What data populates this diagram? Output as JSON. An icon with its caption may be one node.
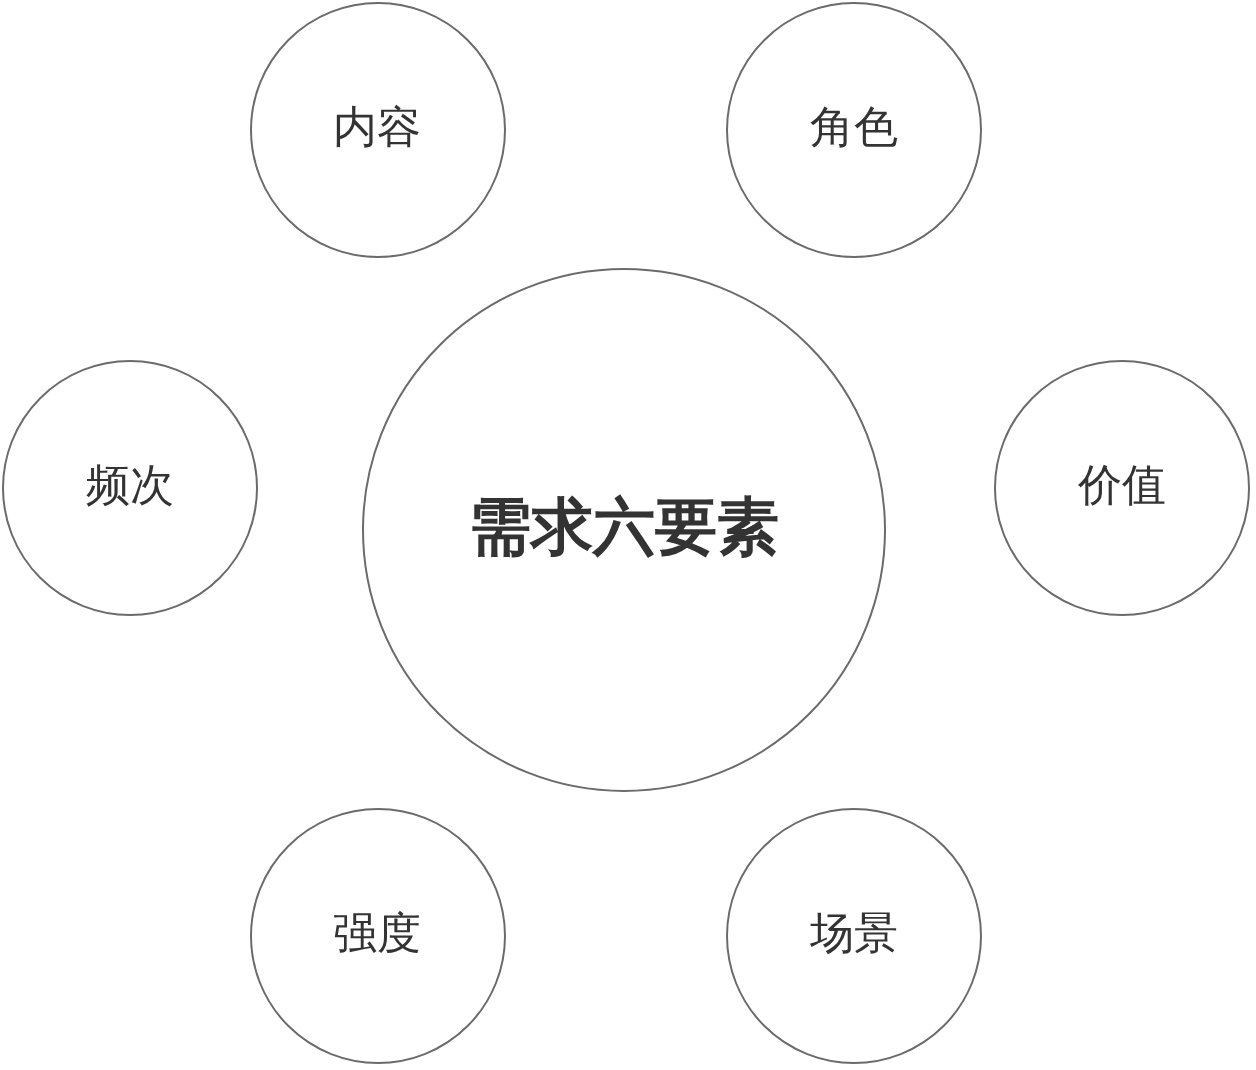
{
  "diagram": {
    "nodes": [
      {
        "text": [
          "内容"
        ]
      },
      {
        "text": [
          "角色"
        ]
      },
      {
        "text": [
          "频次"
        ]
      },
      {
        "text": [
          "需求六要素"
        ]
      },
      {
        "text": [
          "价值"
        ]
      },
      {
        "text": [
          "强度"
        ]
      },
      {
        "text": [
          "场景"
        ]
      }
    ],
    "edges": []
  }
}
